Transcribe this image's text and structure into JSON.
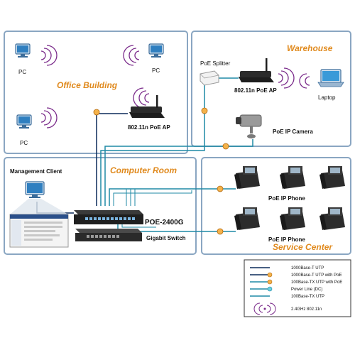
{
  "zones": {
    "office": "Office Building",
    "warehouse": "Warehouse",
    "computer_room": "Computer Room",
    "service_center": "Service Center"
  },
  "devices": {
    "pc_1": "PC",
    "pc_2": "PC",
    "pc_3": "PC",
    "office_ap": "802.11n PoE AP",
    "poe_splitter": "PoE Splitter",
    "warehouse_ap": "802.11n PoE AP",
    "laptop": "Laptop",
    "ip_camera": "PoE IP Camera",
    "management_client": "Management Client",
    "switch_model": "POE-2400G",
    "gigabit_switch": "Gigabit Switch",
    "ip_phone_row1": "PoE IP Phone",
    "ip_phone_row2": "PoE IP Phone"
  },
  "legend": {
    "items": [
      {
        "label": "1000Base-T UTP",
        "color": "#0b2a5a"
      },
      {
        "label": "1000Base-T UTP with PoE",
        "color": "#0b2a5a"
      },
      {
        "label": "100Base-TX UTP with PoE",
        "color": "#1f8aa5"
      },
      {
        "label": "Power Line (DC)",
        "color": "#1f8aa5"
      },
      {
        "label": "100Base-TX UTP",
        "color": "#1f8aa5"
      },
      {
        "label": "2.4GHz 802.11n",
        "color": "#7a2a8a"
      }
    ]
  },
  "colors": {
    "zone_border": "#8aa6c2",
    "zone_title": "#e08a1e",
    "cable_dark": "#0b2a5a",
    "cable_teal": "#1f8aa5",
    "poe_marker": "#e08a1e",
    "wireless": "#7a2a8a"
  }
}
